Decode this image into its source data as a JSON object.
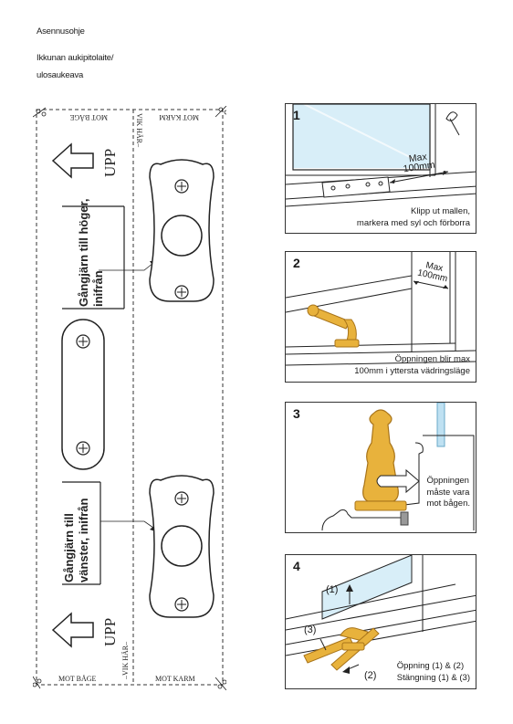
{
  "header": {
    "line1": "Asennusohje",
    "line2": "Ikkunan aukipitolaite/",
    "line3": "ulosaukeava"
  },
  "template": {
    "mot_bage_top": "MOT BÅGE",
    "vik_har_top": "VIK HÄR–",
    "mot_karm_top": "MOT KARM",
    "upp_top": "UPP",
    "hinge_right": [
      "Gångjärn till höger,",
      "inifrån"
    ],
    "hinge_left": [
      "Gångjärn till",
      "vänster, inifrån"
    ],
    "upp_bottom": "UPP",
    "mot_bage_bottom": "MOT BÅGE",
    "vik_har_bottom": "–VIK HÄR–",
    "mot_karm_bottom": "MOT KARM"
  },
  "steps": [
    {
      "number": "1",
      "measure": [
        "Max",
        "100mm"
      ],
      "caption": [
        "Klipp ut mallen,",
        "markera med syl och förborra"
      ]
    },
    {
      "number": "2",
      "measure": [
        "Max",
        "100mm"
      ],
      "caption": [
        "Öppningen blir max",
        "100mm i yttersta vädringsläge"
      ]
    },
    {
      "number": "3",
      "caption": [
        "Öppningen",
        "måste vara",
        "mot bågen."
      ]
    },
    {
      "number": "4",
      "labels": [
        "(1)",
        "(2)",
        "(3)"
      ],
      "caption": [
        "Öppning (1) & (2)",
        "Stängning (1) & (3)"
      ]
    }
  ],
  "colors": {
    "brass": "#e8b23c",
    "brass_dark": "#a8741a",
    "glass": "#bfe1f2",
    "line": "#222222"
  }
}
